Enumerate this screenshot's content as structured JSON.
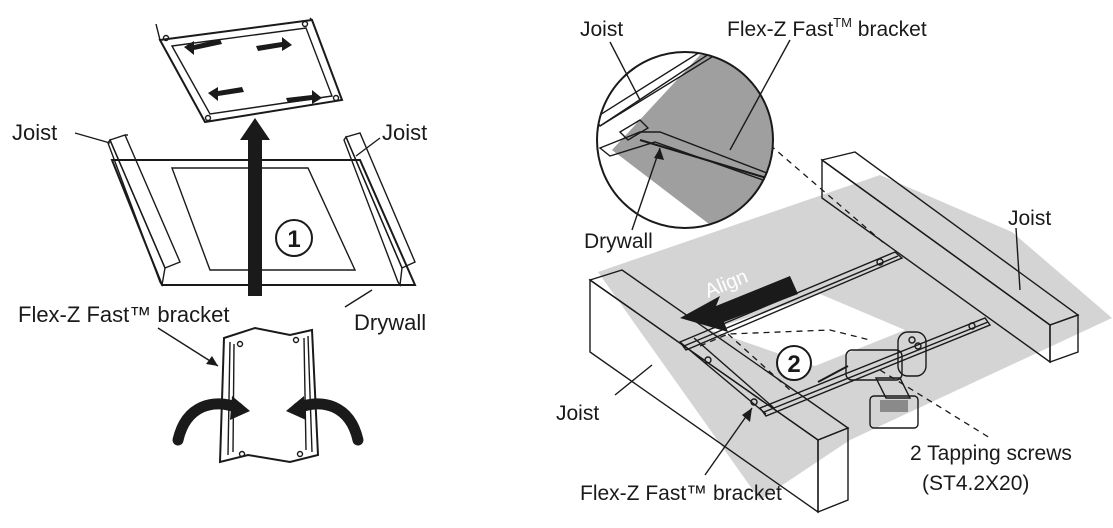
{
  "left": {
    "joist_left_label": "Joist",
    "joist_right_label": "Joist",
    "bracket_label": "Flex-Z Fast™ bracket",
    "drywall_label": "Drywall",
    "step_number": "1"
  },
  "right": {
    "joist_top_label": "Joist",
    "bracket_top_label_main": "Flex-Z Fast",
    "bracket_top_label_tm": "TM",
    "bracket_top_label_tail": " bracket",
    "drywall_label": "Drywall",
    "joist_right_label": "Joist",
    "align_label": "Align",
    "step_number": "2",
    "joist_left_label": "Joist",
    "bracket_bottom_label": "Flex-Z Fast™ bracket",
    "screws_label": "2 Tapping screws",
    "screws_spec": "(ST4.2X20)"
  },
  "colors": {
    "drywall_fill": "#d4d4d4",
    "joist_fill": "#b3b3b3",
    "line": "#1a1a1a"
  }
}
